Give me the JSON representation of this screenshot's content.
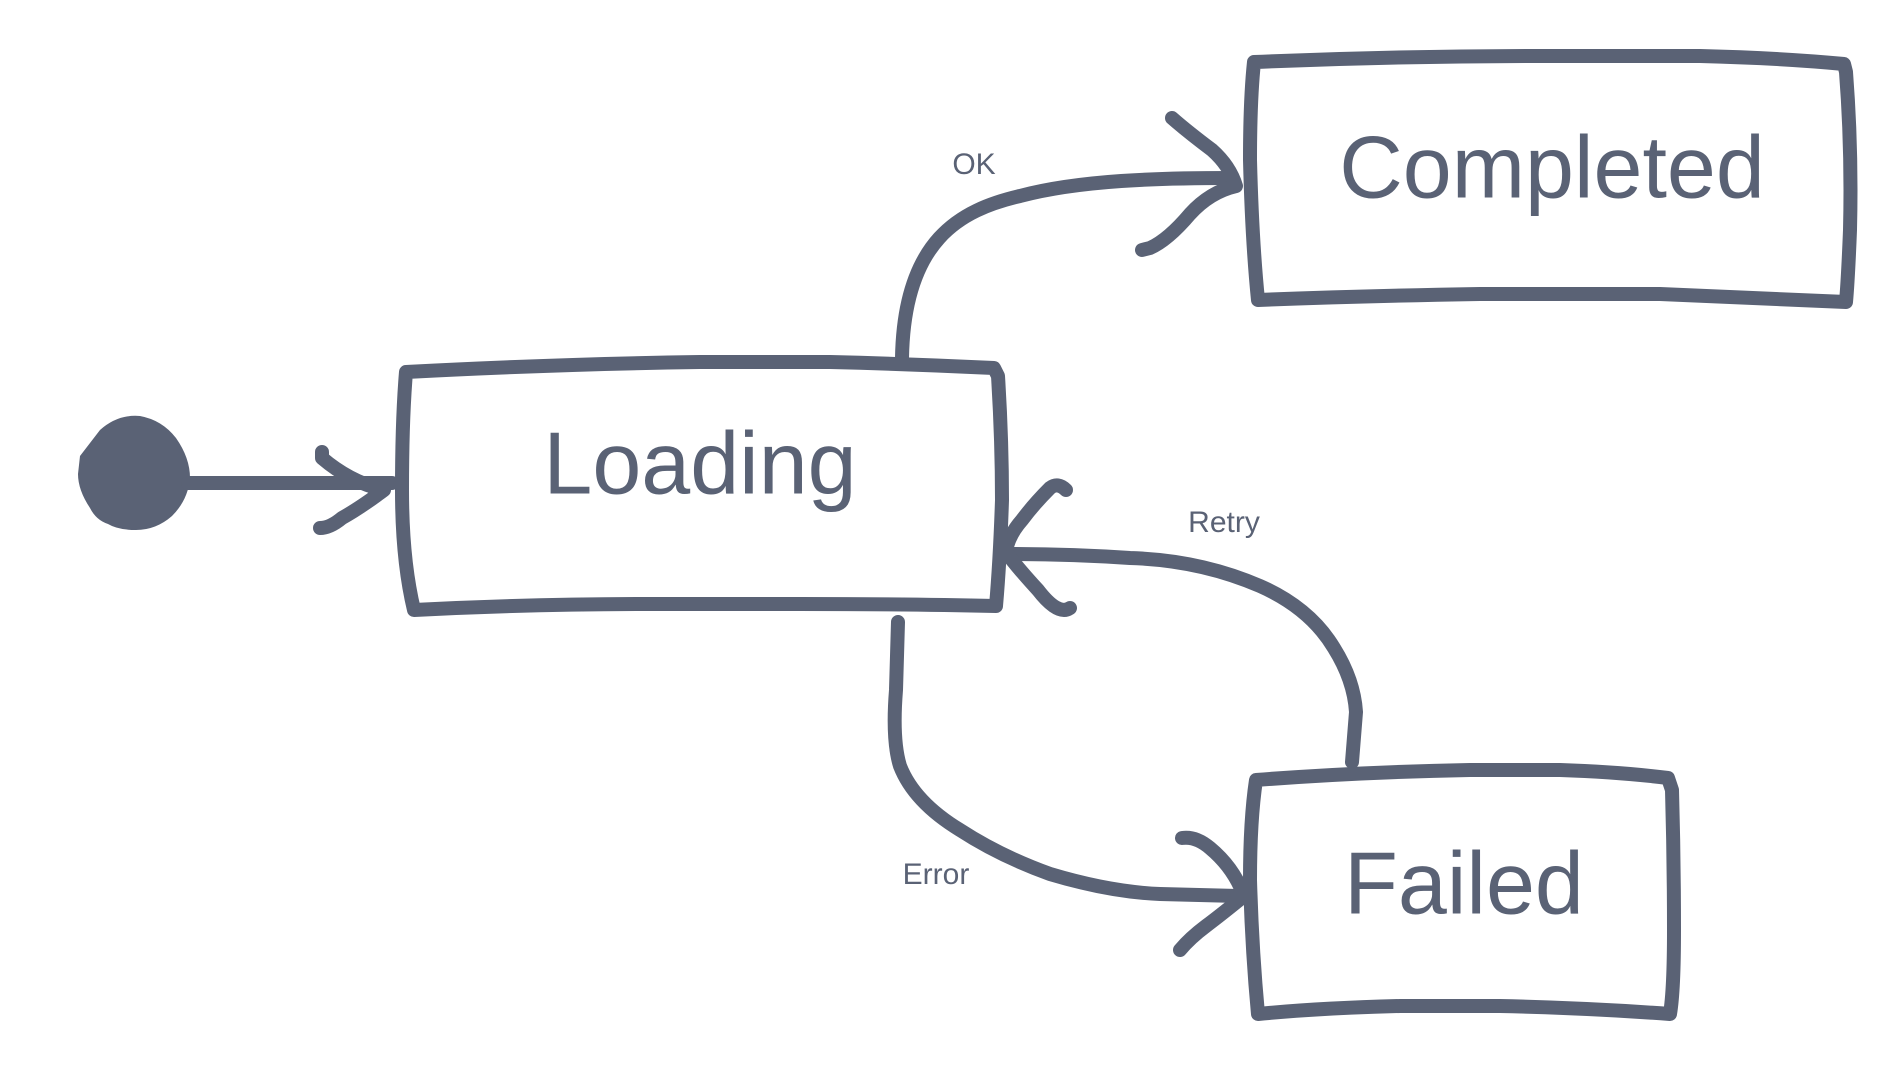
{
  "colors": {
    "stroke": "#5a6275",
    "text": "#5a6275",
    "background": "#ffffff"
  },
  "diagram": {
    "type": "state-machine",
    "states": [
      {
        "id": "loading",
        "label": "Loading"
      },
      {
        "id": "completed",
        "label": "Completed"
      },
      {
        "id": "failed",
        "label": "Failed"
      }
    ],
    "initial": {
      "id": "initial-state",
      "target": "loading"
    },
    "transitions": [
      {
        "id": "ok",
        "from": "loading",
        "to": "completed",
        "label": "OK"
      },
      {
        "id": "error",
        "from": "loading",
        "to": "failed",
        "label": "Error"
      },
      {
        "id": "retry",
        "from": "failed",
        "to": "loading",
        "label": "Retry"
      }
    ]
  }
}
